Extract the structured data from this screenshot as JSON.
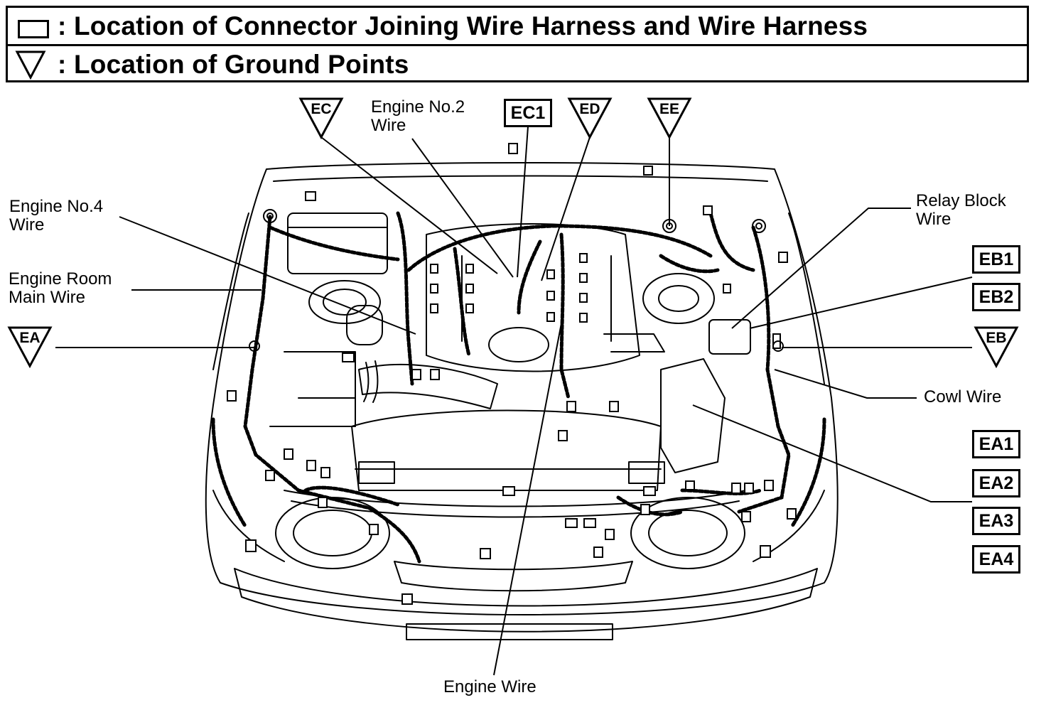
{
  "legend": {
    "connector_text": ": Location of Connector Joining Wire Harness and Wire Harness",
    "ground_text": ": Location of Ground Points"
  },
  "wires": {
    "engine_no2": [
      "Engine No.2",
      "Wire"
    ],
    "engine_no4": [
      "Engine No.4",
      "Wire"
    ],
    "engine_room_main": [
      "Engine Room",
      "Main Wire"
    ],
    "relay_block": [
      "Relay Block",
      "Wire"
    ],
    "cowl": "Cowl Wire",
    "engine": "Engine Wire"
  },
  "connectors": [
    "EC1",
    "EB1",
    "EB2",
    "EA1",
    "EA2",
    "EA3",
    "EA4"
  ],
  "grounds": [
    "EC",
    "ED",
    "EE",
    "EA",
    "EB"
  ]
}
